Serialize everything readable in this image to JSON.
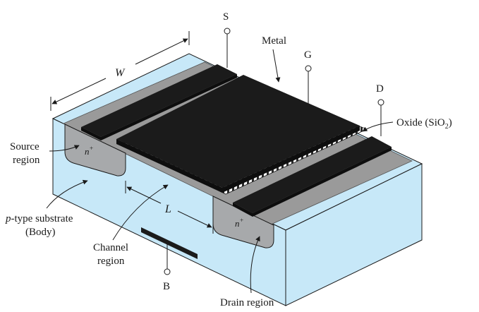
{
  "colors": {
    "substrate": "#c7e8f8",
    "oxide_gray": "#9a9a9a",
    "n_plus": "#a7a9ab",
    "metal": "#1b1b1b"
  },
  "terminals": {
    "source": "S",
    "gate": "G",
    "drain": "D",
    "body": "B"
  },
  "dimensions": {
    "width": "W",
    "length": "L"
  },
  "labels": {
    "metal": "Metal",
    "oxide_prefix": "Oxide (SiO",
    "oxide_sub": "2",
    "oxide_suffix": ")",
    "source_line1": "Source",
    "source_line2": "region",
    "substrate_italic": "p",
    "substrate_rest": "-type substrate",
    "substrate_line2": "(Body)",
    "channel_line1": "Channel",
    "channel_line2": "region",
    "drain": "Drain region",
    "n_plus_base": "n",
    "n_plus_sup": "+"
  }
}
